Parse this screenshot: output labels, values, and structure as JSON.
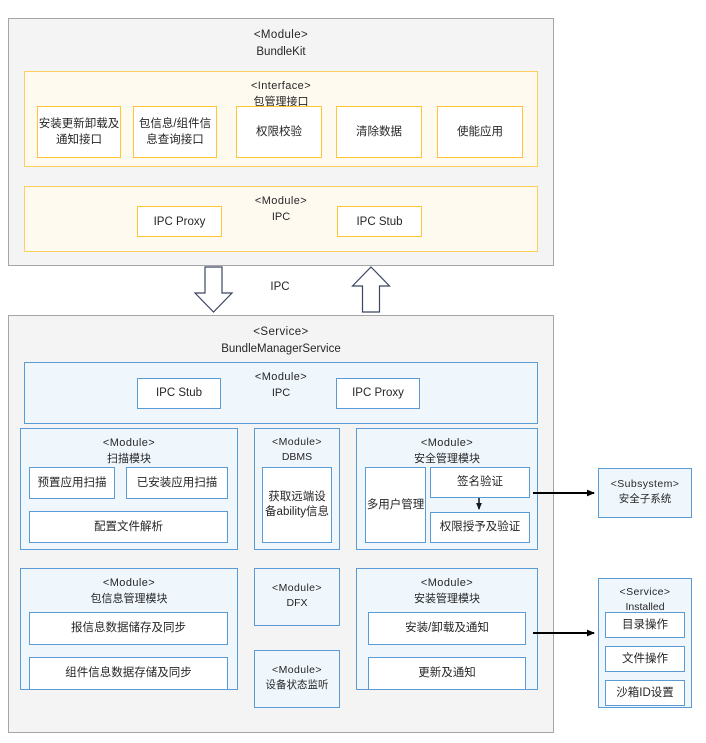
{
  "diagram": {
    "title": "BundleKit / BundleManagerService architecture",
    "colors": {
      "container_fill": "#F4F4F4",
      "container_border": "#A6A6A6",
      "amber_panel_fill": "#FEFAF0",
      "amber_border": "#FFC533",
      "blue_panel_fill": "#EFF7FD",
      "blue_border": "#5B9BD5",
      "arrow_black": "#000000",
      "arrow_outline": "#3B4660"
    }
  },
  "top_container": {
    "stereotype": "<Module>",
    "name": "BundleKit",
    "interface_panel": {
      "stereotype": "<Interface>",
      "name": "包管理接口",
      "items": [
        "安装更新卸载及通知接口",
        "包信息/组件信息查询接口",
        "权限校验",
        "清除数据",
        "使能应用"
      ]
    },
    "ipc_panel": {
      "stereotype": "<Module>",
      "name": "IPC",
      "items": [
        "IPC Proxy",
        "IPC Stub"
      ]
    }
  },
  "connector": {
    "label": "IPC",
    "down_arrow": "down-block-arrow",
    "up_arrow": "up-block-arrow"
  },
  "bottom_container": {
    "stereotype": "<Service>",
    "name": "BundleManagerService",
    "ipc_panel": {
      "stereotype": "<Module>",
      "name": "IPC",
      "items": [
        "IPC Stub",
        "IPC Proxy"
      ]
    },
    "modules": [
      {
        "stereotype": "<Module>",
        "name": "扫描模块",
        "items": [
          "预置应用扫描",
          "已安装应用扫描",
          "配置文件解析"
        ]
      },
      {
        "stereotype": "<Module>",
        "name": "DBMS",
        "items": [
          "获取远端设备ability信息"
        ]
      },
      {
        "stereotype": "<Module>",
        "name": "安全管理模块",
        "items": [
          "多用户管理",
          "签名验证",
          "权限授予及验证"
        ]
      },
      {
        "stereotype": "<Module>",
        "name": "包信息管理模块",
        "items": [
          "报信息数据储存及同步",
          "组件信息数据存储及同步"
        ]
      },
      {
        "stereotype": "<Module>",
        "name": "DFX",
        "items": []
      },
      {
        "stereotype": "<Module>",
        "name": "设备状态监听",
        "items": []
      },
      {
        "stereotype": "<Module>",
        "name": "安装管理模块",
        "items": [
          "安装/卸载及通知",
          "更新及通知"
        ]
      }
    ]
  },
  "right_boxes": [
    {
      "stereotype": "<Subsystem>",
      "name": "安全子系统",
      "items": []
    },
    {
      "stereotype": "<Service>",
      "name": "Installed",
      "items": [
        "目录操作",
        "文件操作",
        "沙箱ID设置"
      ]
    }
  ]
}
